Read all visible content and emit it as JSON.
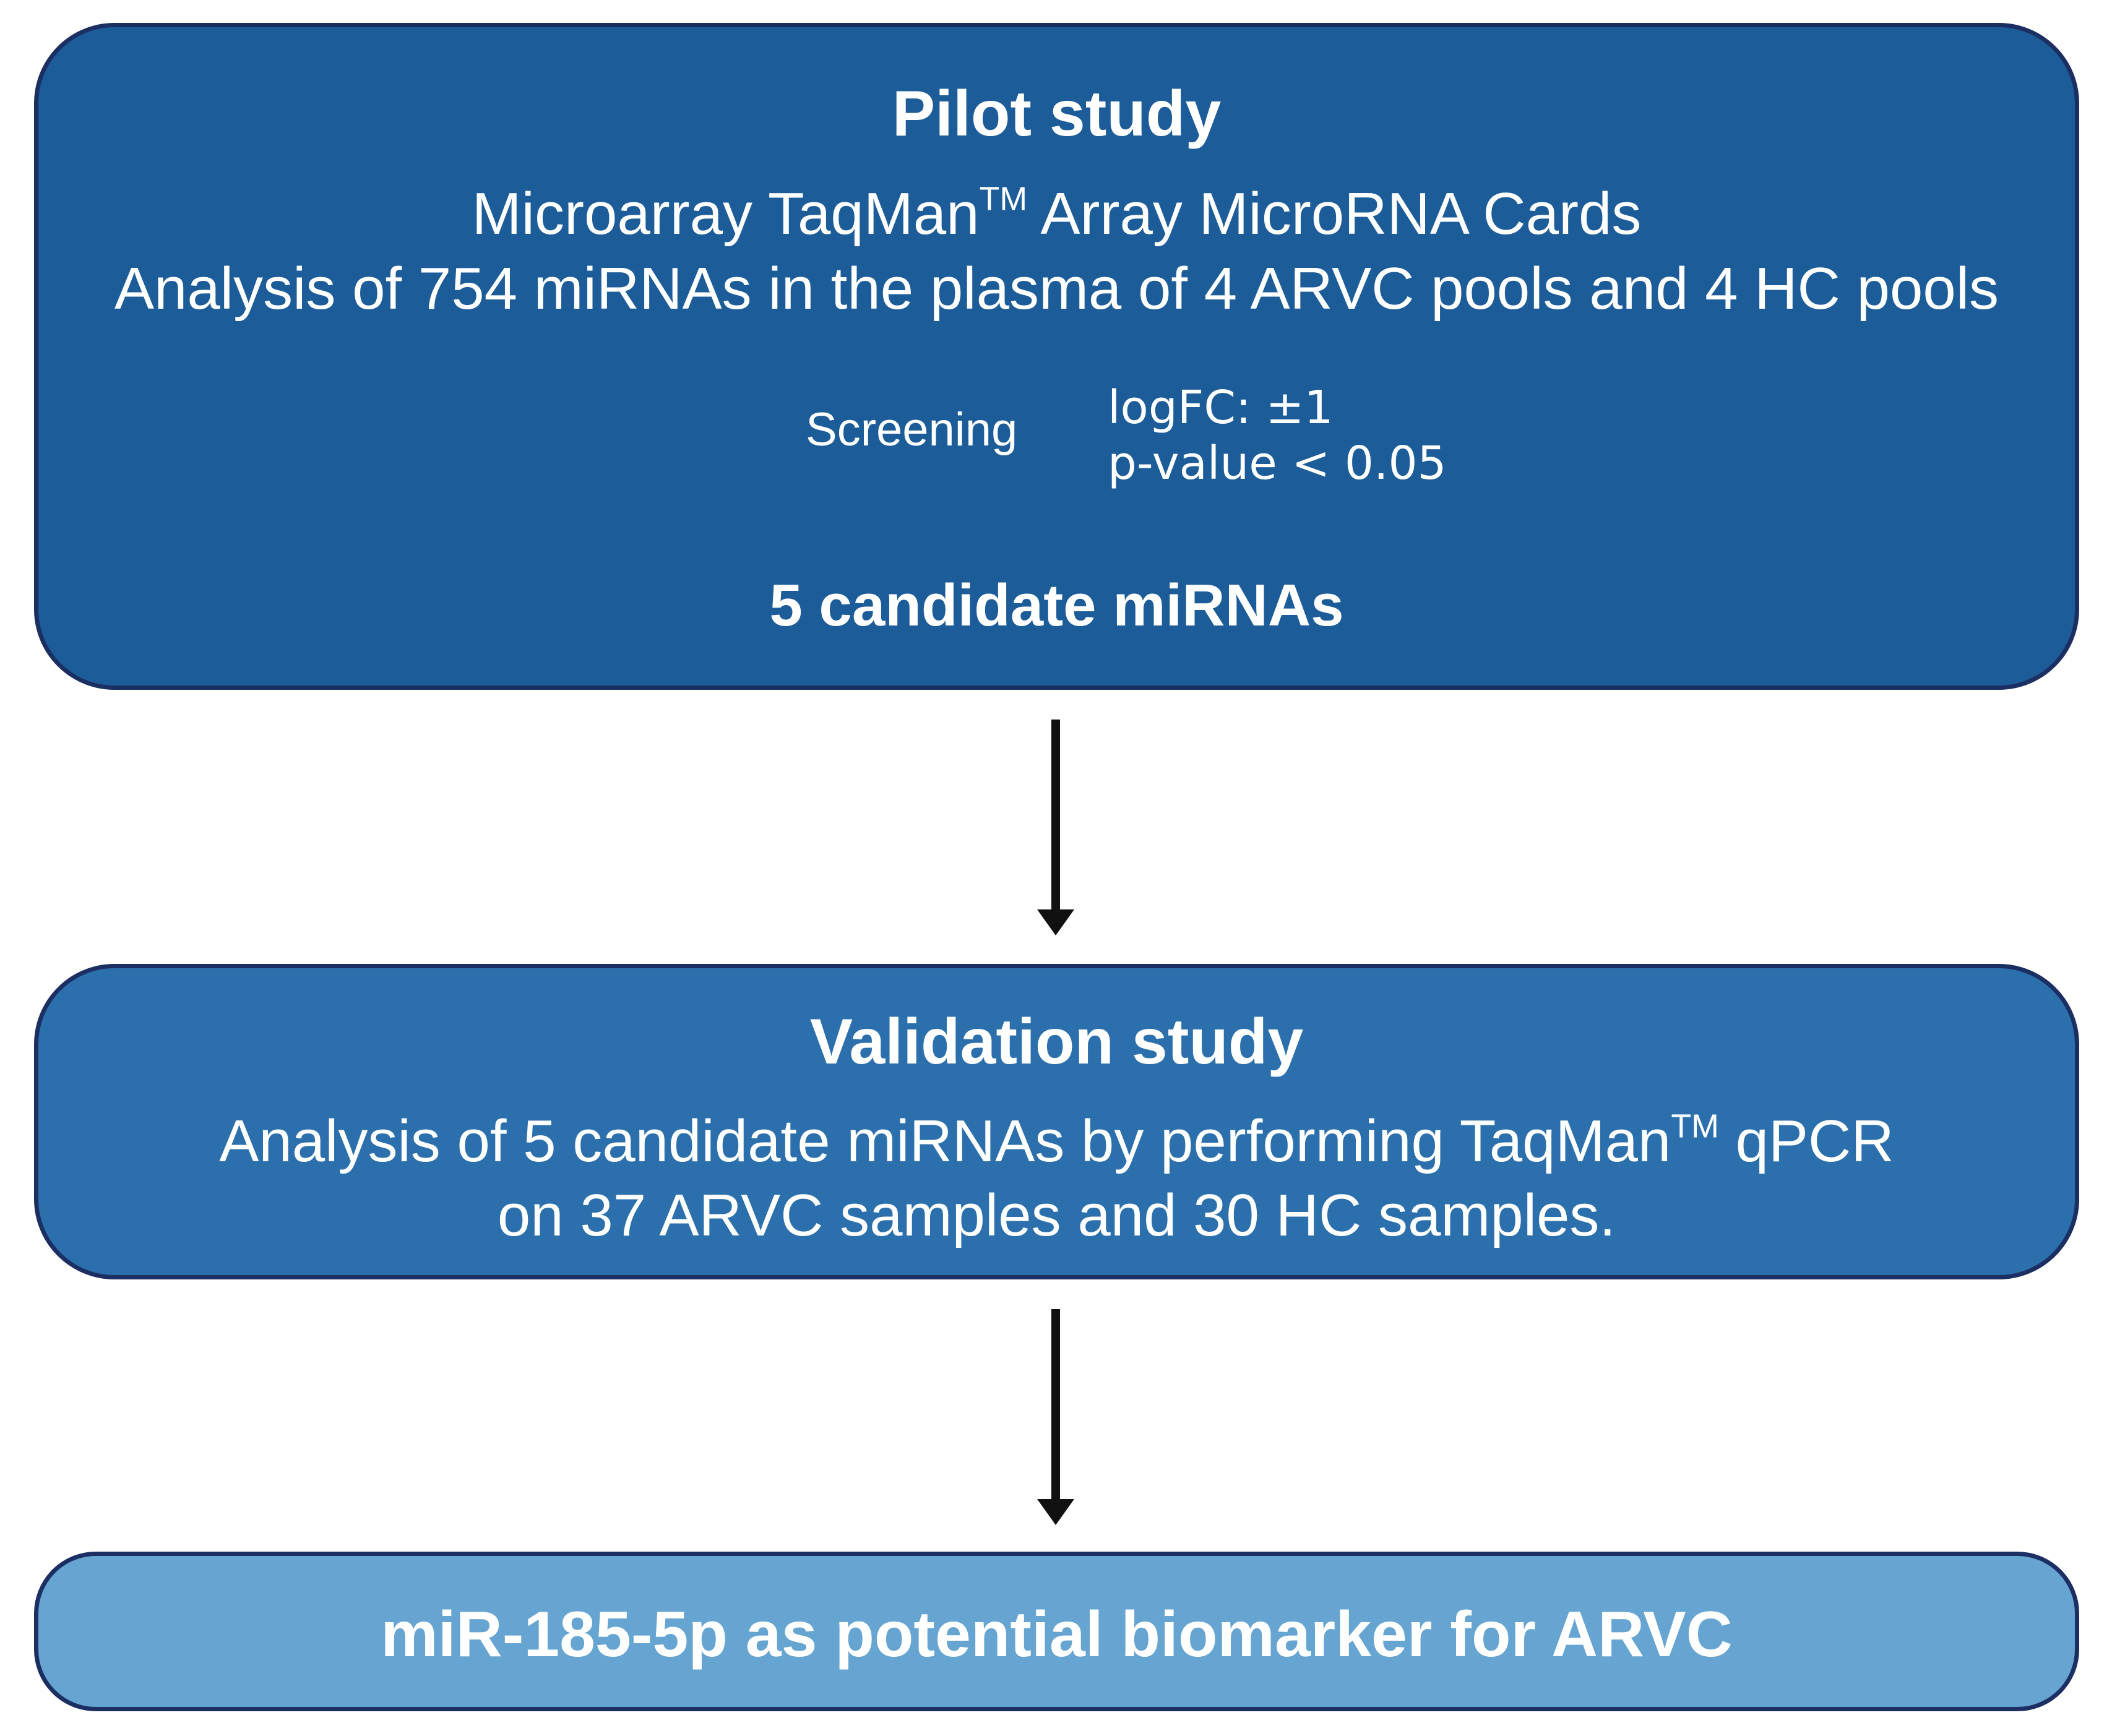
{
  "pilot": {
    "title": "Pilot study",
    "line1_pre": "Microarray TaqMan",
    "line1_tm": "TM",
    "line1_post": " Array MicroRNA Cards",
    "line2": "Analysis of 754 miRNAs in the plasma of 4 ARVC pools and 4 HC pools",
    "screening_label": "Screening",
    "criteria": [
      "logFC: ±1",
      "p-value < 0.05"
    ],
    "result": "5 candidate miRNAs"
  },
  "validation": {
    "title": "Validation study",
    "line1_pre": "Analysis of 5 candidate miRNAs by performing TaqMan",
    "line1_tm": "TM",
    "line1_post": " qPCR",
    "line2": "on 37 ARVC samples and 30 HC samples."
  },
  "result": {
    "text": "miR-185-5p as potential biomarker for ARVC"
  },
  "colors": {
    "pilot_fill": "#1c5c99",
    "validation_fill": "#2b70ac",
    "result_fill": "#66a4d2",
    "border": "#1c2f63",
    "connector_arrow": "#111111",
    "text": "#ffffff"
  }
}
